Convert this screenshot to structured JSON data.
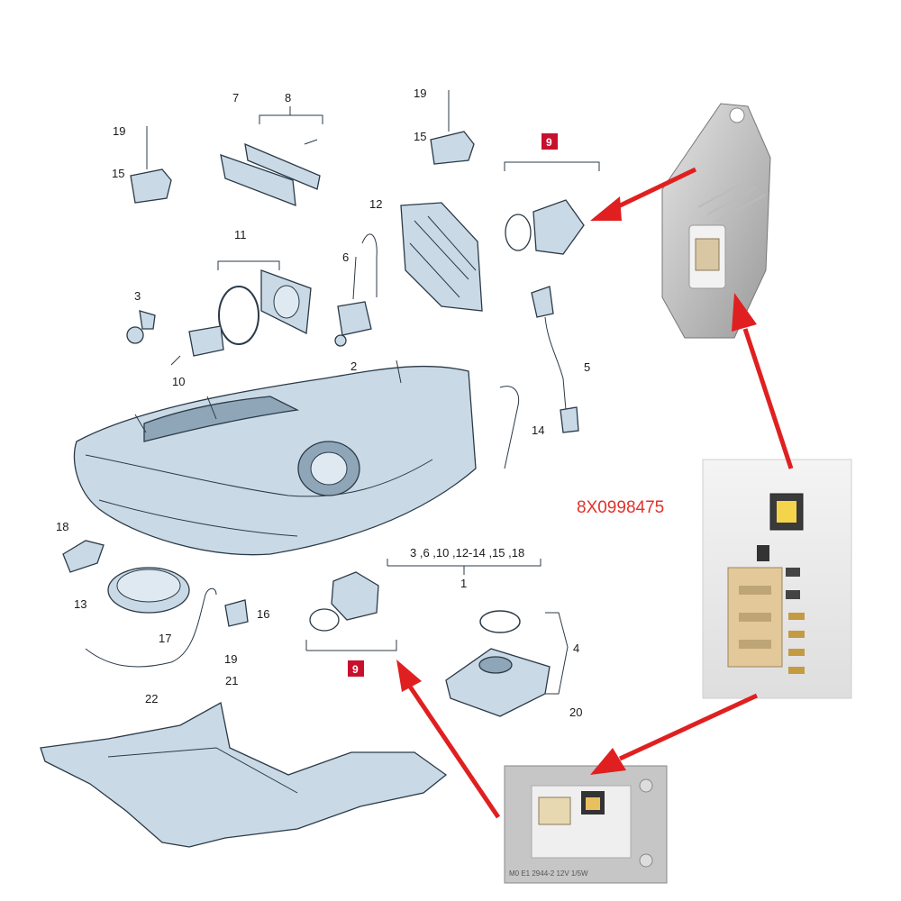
{
  "part_number": "8X0998475",
  "callouts": [
    {
      "id": "c7",
      "text": "7"
    },
    {
      "id": "c8",
      "text": "8"
    },
    {
      "id": "c19a",
      "text": "19"
    },
    {
      "id": "c15a",
      "text": "15"
    },
    {
      "id": "c19b",
      "text": "19"
    },
    {
      "id": "c15b",
      "text": "15"
    },
    {
      "id": "c9a",
      "text": "9"
    },
    {
      "id": "c11",
      "text": "11"
    },
    {
      "id": "c12",
      "text": "12"
    },
    {
      "id": "c6",
      "text": "6"
    },
    {
      "id": "c3",
      "text": "3"
    },
    {
      "id": "c2",
      "text": "2"
    },
    {
      "id": "c10",
      "text": "10"
    },
    {
      "id": "c5",
      "text": "5"
    },
    {
      "id": "c14",
      "text": "14"
    },
    {
      "id": "c18",
      "text": "18"
    },
    {
      "id": "c13",
      "text": "13"
    },
    {
      "id": "c16",
      "text": "16"
    },
    {
      "id": "c17",
      "text": "17"
    },
    {
      "id": "c19c",
      "text": "19"
    },
    {
      "id": "c21",
      "text": "21"
    },
    {
      "id": "c22",
      "text": "22"
    },
    {
      "id": "c9b",
      "text": "9"
    },
    {
      "id": "c4",
      "text": "4"
    },
    {
      "id": "c20",
      "text": "20"
    },
    {
      "id": "c1",
      "text": "1"
    },
    {
      "id": "assembly",
      "text": "3 ,6 ,10 ,12-14 ,15 ,18"
    }
  ],
  "pcb_print": "M0 E1 2944-2 12V 1/5W",
  "colors": {
    "arrow": "#e02020",
    "part_number": "#e0322c",
    "callout_box": "#c8102e"
  }
}
